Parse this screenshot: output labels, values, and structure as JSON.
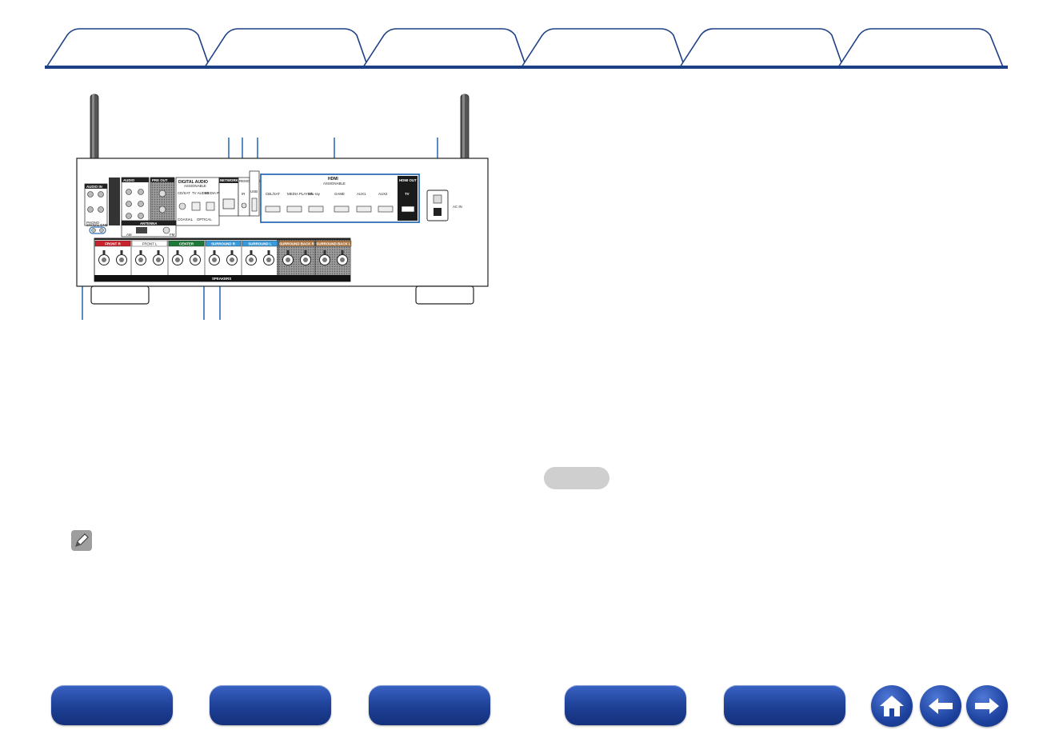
{
  "tabs": [
    {
      "label": ""
    },
    {
      "label": ""
    },
    {
      "label": ""
    },
    {
      "label": ""
    },
    {
      "label": ""
    },
    {
      "label": ""
    }
  ],
  "device": {
    "panels": {
      "audio_in": "AUDIO IN",
      "audio": "AUDIO",
      "pre_out": "PRE OUT",
      "digital_audio": "DIGITAL AUDIO",
      "assignable": "ASSIGNABLE",
      "coaxial_label": "CD/SAT",
      "optical_tv": "TV AUDIO",
      "optical_media": "MEDIA PLAYER",
      "coaxial": "COAXIAL",
      "optical": "OPTICAL",
      "network": "NETWORK",
      "remote_control": "REMOTE CONTROL",
      "ir": "IR",
      "usb": "USB",
      "hdmi": "HDMI",
      "hdmi_sub": "ASSIGNABLE",
      "hdmi_inputs": [
        "CBL/SAT",
        "MEDIA PLAYER",
        "Blu-ray",
        "GAME",
        "AUX1",
        "AUX2"
      ],
      "hdmi_out": "HDMI OUT",
      "monitor": "TV",
      "ac_in": "AC IN",
      "signal_gnd": "SIGNAL GND",
      "antenna": "ANTENNA",
      "am": "AM",
      "fm": "FM",
      "phono": "PHONO"
    },
    "speakers": {
      "label": "SPEAKERS",
      "terminals": [
        "FRONT R",
        "FRONT L",
        "CENTER",
        "SURROUND R",
        "SURROUND L",
        "SURROUND BACK R",
        "SURROUND BACK L"
      ],
      "colors": [
        "#c8232c",
        "#ffffff",
        "#1f7a3a",
        "#3a9ad9",
        "#3a9ad9",
        "#b07a44",
        "#b07a44"
      ]
    },
    "accent_color": "#2f6fb6"
  },
  "note": {
    "icon": "pencil-icon",
    "pill_text": ""
  },
  "footer": {
    "buttons": [
      {
        "label": ""
      },
      {
        "label": ""
      },
      {
        "label": ""
      },
      {
        "label": ""
      },
      {
        "label": ""
      }
    ],
    "icons": [
      "home-icon",
      "arrow-left-icon",
      "arrow-right-icon"
    ],
    "button_color": "#1d3f95"
  }
}
